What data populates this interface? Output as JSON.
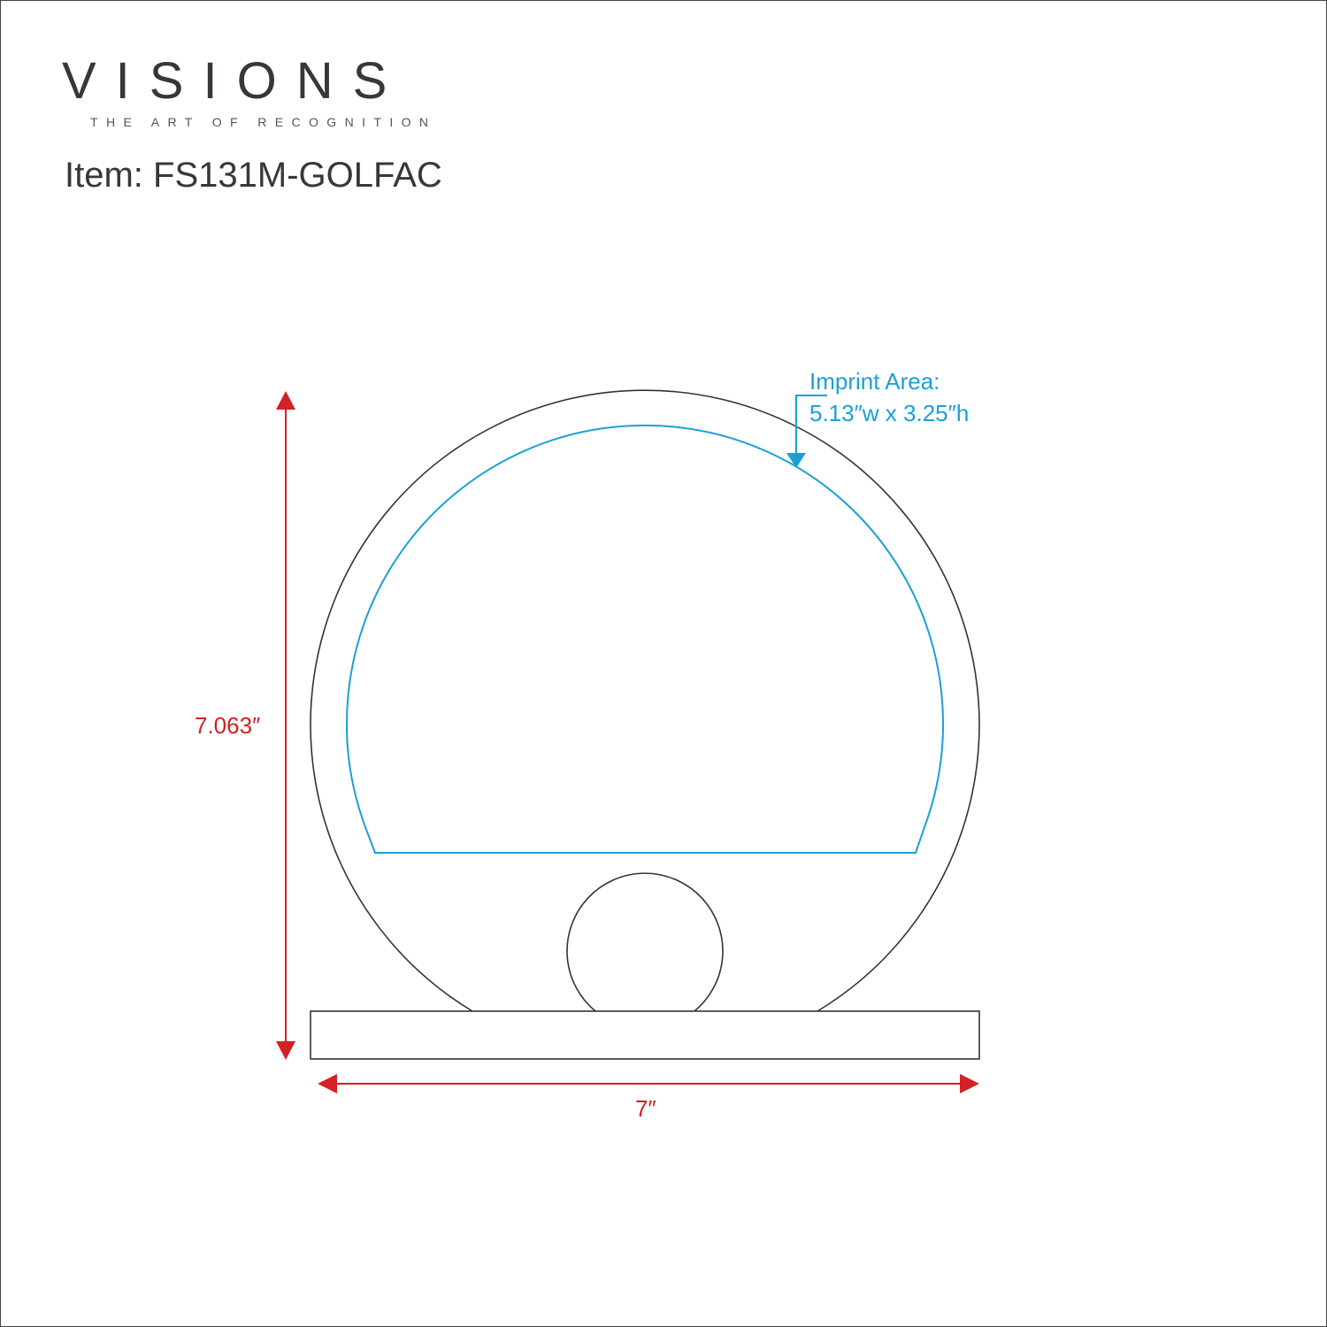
{
  "brand": {
    "name": "VISIONS",
    "tagline": "THE ART OF RECOGNITION"
  },
  "item": {
    "label": "Item: FS131M-GOLFAC"
  },
  "imprint": {
    "title": "Imprint Area:",
    "size": "5.13″w x 3.25″h"
  },
  "dimensions": {
    "height": "7.063″",
    "width": "7″"
  },
  "colors": {
    "imprint": "#1aa0d8",
    "dimension": "#d42026",
    "outline": "#333333",
    "text": "#3a3633"
  }
}
